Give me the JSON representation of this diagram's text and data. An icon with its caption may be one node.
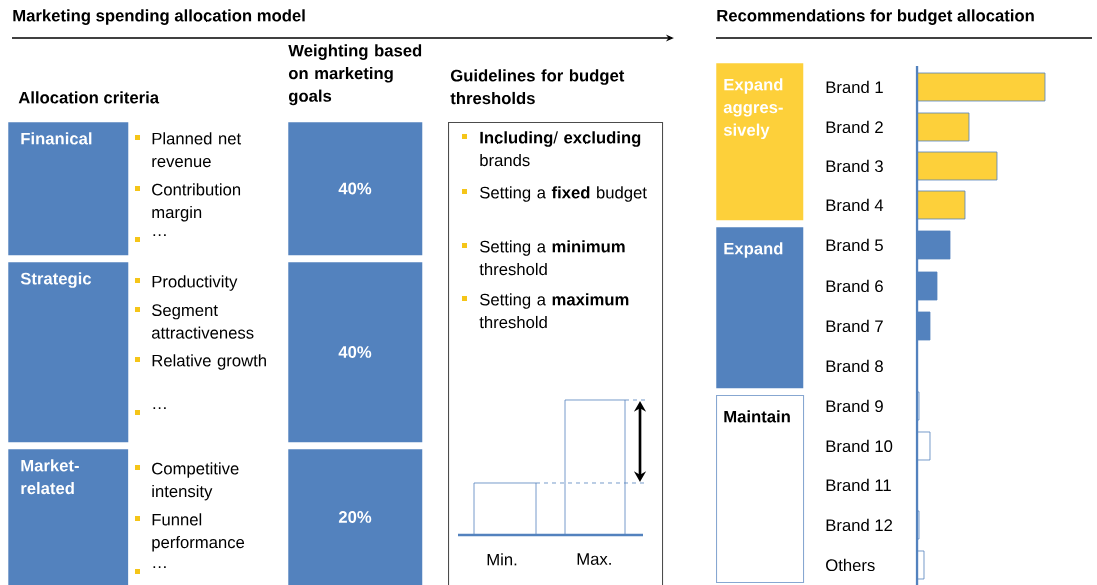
{
  "diagram": {
    "title": "Marketing spending allocation model",
    "nodes": [
      {
        "text": [
          "Finanical"
        ],
        "beside": [
          "Planned net revenue",
          "Contribution margin",
          "…"
        ]
      },
      {
        "text": [
          "Strategic"
        ],
        "beside": [
          "Productivity",
          "Segment attractiveness",
          "Relative growth",
          "…"
        ]
      },
      {
        "text": [
          "Market- related"
        ],
        "beside": [
          "Competitive intensity",
          "Funnel performance",
          "…"
        ]
      },
      {
        "text": [
          "40%"
        ]
      },
      {
        "text": [
          "40%"
        ]
      },
      {
        "text": [
          "20%"
        ]
      },
      {
        "text": [
          "Guidelines for budget thresholds",
          "**Including**/ **excluding** brands",
          "Setting a **fixed** budget",
          "Setting a **minimum** threshold",
          "Setting a **maximum** threshold",
          "Min.",
          "Max."
        ]
      },
      {
        "text": [
          "Expand aggres- sively"
        ]
      },
      {
        "text": [
          "Expand"
        ]
      },
      {
        "text": [
          "Maintain"
        ]
      }
    ],
    "labels": [
      "Allocation criteria",
      "Weighting based on marketing goals",
      "Recommendations for budget allocation",
      "Brand 1",
      "Brand 2",
      "Brand 3",
      "Brand 4",
      "Brand 5",
      "Brand 6",
      "Brand 7",
      "Brand 8",
      "Brand 9",
      "Brand 10",
      "Brand 11",
      "Brand 12",
      "Others"
    ]
  }
}
